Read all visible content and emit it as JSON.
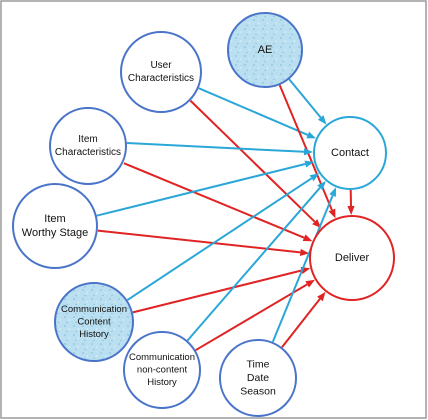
{
  "colors": {
    "frame": "#9a9a9a",
    "node_stroke": "#4a74c9",
    "contact_stroke": "#2aa7d8",
    "deliver_stroke": "#e02323",
    "arrow_blue": "#2aa7d8",
    "arrow_red": "#e02323",
    "shaded_fill": "#b9dff0",
    "plain_fill": "#ffffff"
  },
  "nodes": [
    {
      "id": "user",
      "lines": [
        "User",
        "Characteristics"
      ],
      "shaded": false,
      "kind": "input"
    },
    {
      "id": "ae",
      "lines": [
        "AE"
      ],
      "shaded": true,
      "kind": "input"
    },
    {
      "id": "item_char",
      "lines": [
        "Item",
        "Characteristics"
      ],
      "shaded": false,
      "kind": "input"
    },
    {
      "id": "item_worthy",
      "lines": [
        "Item",
        "Worthy Stage"
      ],
      "shaded": false,
      "kind": "input"
    },
    {
      "id": "comm_content",
      "lines": [
        "Communication",
        "Content",
        "History"
      ],
      "shaded": true,
      "kind": "input"
    },
    {
      "id": "comm_noncontent",
      "lines": [
        "Communication",
        "non-content",
        "History"
      ],
      "shaded": false,
      "kind": "input"
    },
    {
      "id": "time",
      "lines": [
        "Time",
        "Date",
        "Season"
      ],
      "shaded": false,
      "kind": "input"
    },
    {
      "id": "contact",
      "lines": [
        "Contact"
      ],
      "shaded": false,
      "kind": "outcome"
    },
    {
      "id": "deliver",
      "lines": [
        "Deliver"
      ],
      "shaded": false,
      "kind": "outcome"
    }
  ],
  "edges": [
    {
      "from": "user",
      "to": "contact",
      "color": "blue"
    },
    {
      "from": "user",
      "to": "deliver",
      "color": "red"
    },
    {
      "from": "ae",
      "to": "contact",
      "color": "blue"
    },
    {
      "from": "ae",
      "to": "deliver",
      "color": "red"
    },
    {
      "from": "item_char",
      "to": "contact",
      "color": "blue"
    },
    {
      "from": "item_char",
      "to": "deliver",
      "color": "red"
    },
    {
      "from": "item_worthy",
      "to": "contact",
      "color": "blue"
    },
    {
      "from": "item_worthy",
      "to": "deliver",
      "color": "red"
    },
    {
      "from": "comm_content",
      "to": "contact",
      "color": "blue"
    },
    {
      "from": "comm_content",
      "to": "deliver",
      "color": "red"
    },
    {
      "from": "comm_noncontent",
      "to": "contact",
      "color": "blue"
    },
    {
      "from": "comm_noncontent",
      "to": "deliver",
      "color": "red"
    },
    {
      "from": "time",
      "to": "contact",
      "color": "blue"
    },
    {
      "from": "time",
      "to": "deliver",
      "color": "red"
    },
    {
      "from": "contact",
      "to": "deliver",
      "color": "red"
    }
  ]
}
